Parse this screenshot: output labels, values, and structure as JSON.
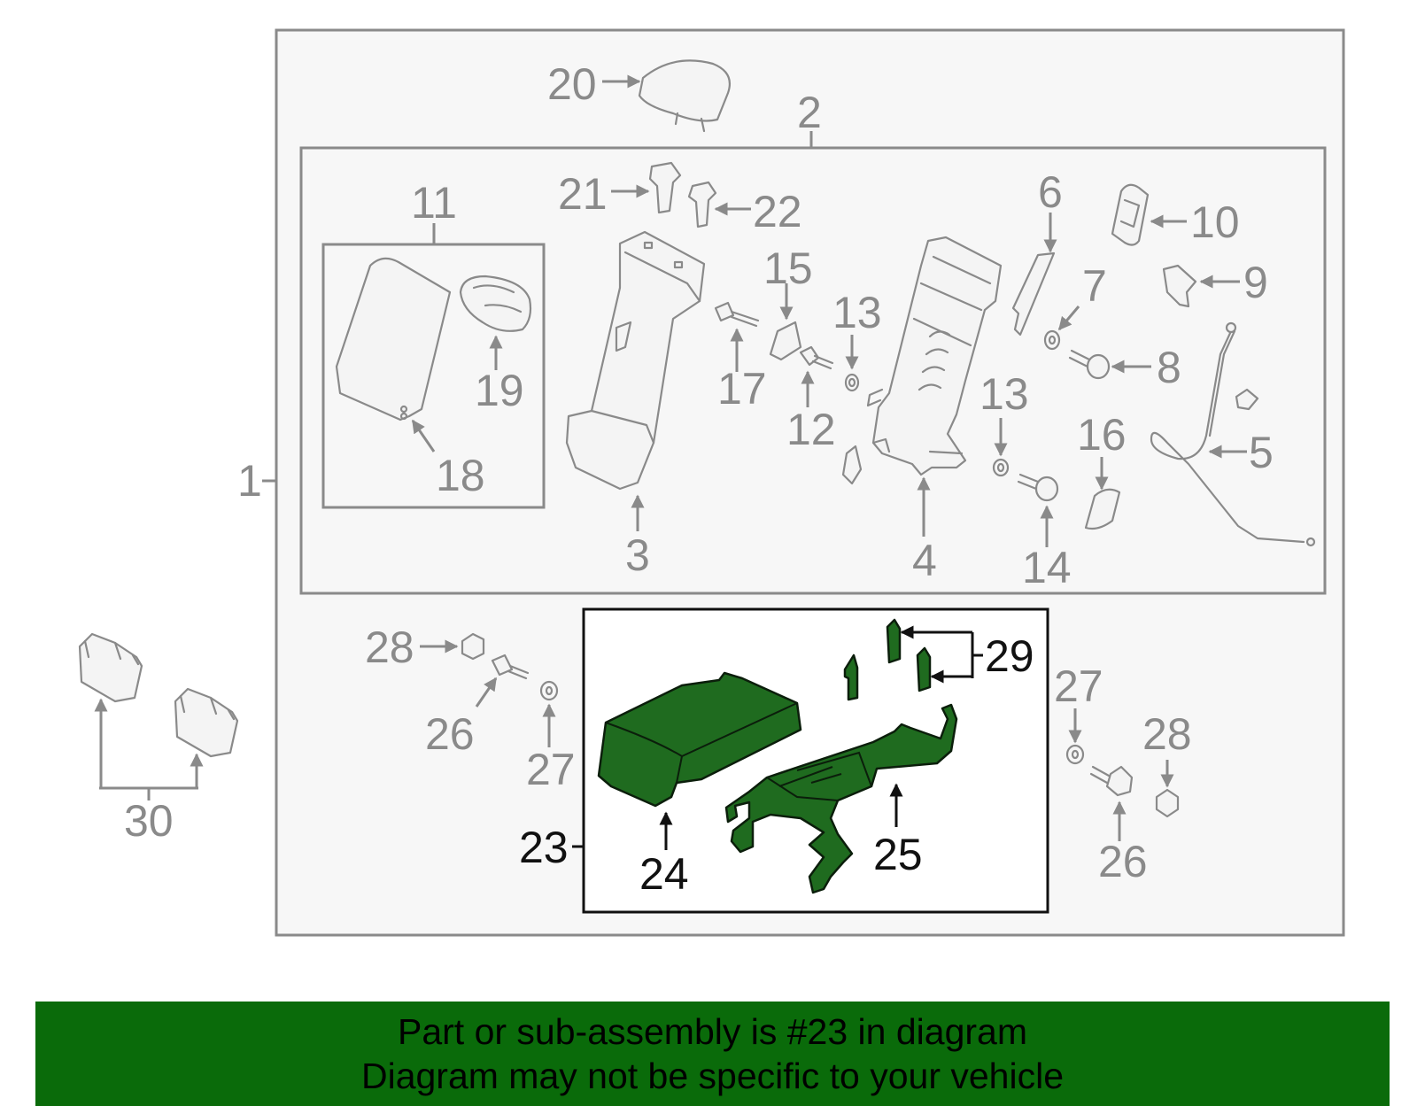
{
  "colors": {
    "highlight": "#1f6b1f",
    "parts": "#8a8a8a",
    "banner": "#0a6b0a",
    "panel": "#f7f7f7"
  },
  "labels": {
    "p1": "1",
    "p2": "2",
    "p3": "3",
    "p4": "4",
    "p5": "5",
    "p6": "6",
    "p7": "7",
    "p8": "8",
    "p9": "9",
    "p10": "10",
    "p11": "11",
    "p12": "12",
    "p13a": "13",
    "p13b": "13",
    "p14": "14",
    "p15": "15",
    "p16": "16",
    "p17": "17",
    "p18": "18",
    "p19": "19",
    "p20": "20",
    "p21": "21",
    "p22": "22",
    "p23": "23",
    "p24": "24",
    "p25": "25",
    "p26a": "26",
    "p26b": "26",
    "p27a": "27",
    "p27b": "27",
    "p28a": "28",
    "p28b": "28",
    "p29": "29",
    "p30": "30"
  },
  "banner": {
    "line1": "Part or sub-assembly is #23 in diagram",
    "line2": "Diagram may not be specific to your vehicle"
  }
}
